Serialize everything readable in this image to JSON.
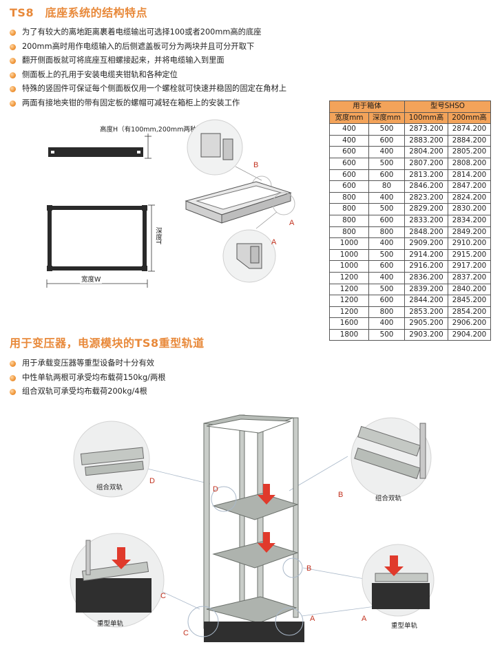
{
  "section1": {
    "title": "TS8　底座系统的结构特点",
    "bullets": [
      "为了有较大的离地距离裹着电缆输出可选择100或者200mm高的底座",
      "200mm高时用作电缆输入的后侧遮盖板可分为两块并且可分开取下",
      "翻开侧面板就可将底座互相螺接起来，并将电缆输入到里面",
      "侧面板上的孔用于安装电缆夹钳轨和各种定位",
      "特殊的竖固件可保证每个侧面板仅用一个螺栓就可快速并稳固的固定在角材上",
      "两面有接地夹钳的带有固定板的螺帽可减轻在箱柜上的安装工作"
    ]
  },
  "diagram": {
    "height_label": "高度H（有100mm,200mm两种）",
    "depth_label": "深度T",
    "width_label": "宽度W",
    "letter_a": "A",
    "letter_b": "B"
  },
  "table": {
    "group1": "用于箱体",
    "group2": "型号SHSO",
    "col_width": "宽度mm",
    "col_depth": "深度mm",
    "col_100": "100mm高",
    "col_200": "200mm高",
    "rows": [
      [
        "400",
        "500",
        "2873.200",
        "2874.200"
      ],
      [
        "400",
        "600",
        "2883.200",
        "2884.200"
      ],
      [
        "600",
        "400",
        "2804.200",
        "2805.200"
      ],
      [
        "600",
        "500",
        "2807.200",
        "2808.200"
      ],
      [
        "600",
        "600",
        "2813.200",
        "2814.200"
      ],
      [
        "600",
        "80",
        "2846.200",
        "2847.200"
      ],
      [
        "800",
        "400",
        "2823.200",
        "2824.200"
      ],
      [
        "800",
        "500",
        "2829.200",
        "2830.200"
      ],
      [
        "800",
        "600",
        "2833.200",
        "2834.200"
      ],
      [
        "800",
        "800",
        "2848.200",
        "2849.200"
      ],
      [
        "1000",
        "400",
        "2909.200",
        "2910.200"
      ],
      [
        "1000",
        "500",
        "2914.200",
        "2915.200"
      ],
      [
        "1000",
        "600",
        "2916.200",
        "2917.200"
      ],
      [
        "1200",
        "400",
        "2836.200",
        "2837.200"
      ],
      [
        "1200",
        "500",
        "2839.200",
        "2840.200"
      ],
      [
        "1200",
        "600",
        "2844.200",
        "2845.200"
      ],
      [
        "1200",
        "800",
        "2853.200",
        "2854.200"
      ],
      [
        "1600",
        "400",
        "2905.200",
        "2906.200"
      ],
      [
        "1800",
        "500",
        "2903.200",
        "2904.200"
      ]
    ]
  },
  "section2": {
    "title": "用于变压器，电源模块的TS8重型轨道",
    "bullets": [
      "用于承载变压器等重型设备时十分有效",
      "中性单轨两根可承受均布载荷150kg/两根",
      "组合双轨可承受均布载荷200kg/4根"
    ]
  },
  "figure": {
    "label_tl": "组合双轨",
    "label_tr": "组合双轨",
    "label_bl": "重型单轨",
    "label_br": "重型单轨",
    "letter_a": "A",
    "letter_b": "B",
    "letter_c": "C",
    "letter_d": "D"
  },
  "colors": {
    "accent": "#e8893a",
    "table_header": "#f3a35a",
    "callout_red": "#c2311e"
  }
}
